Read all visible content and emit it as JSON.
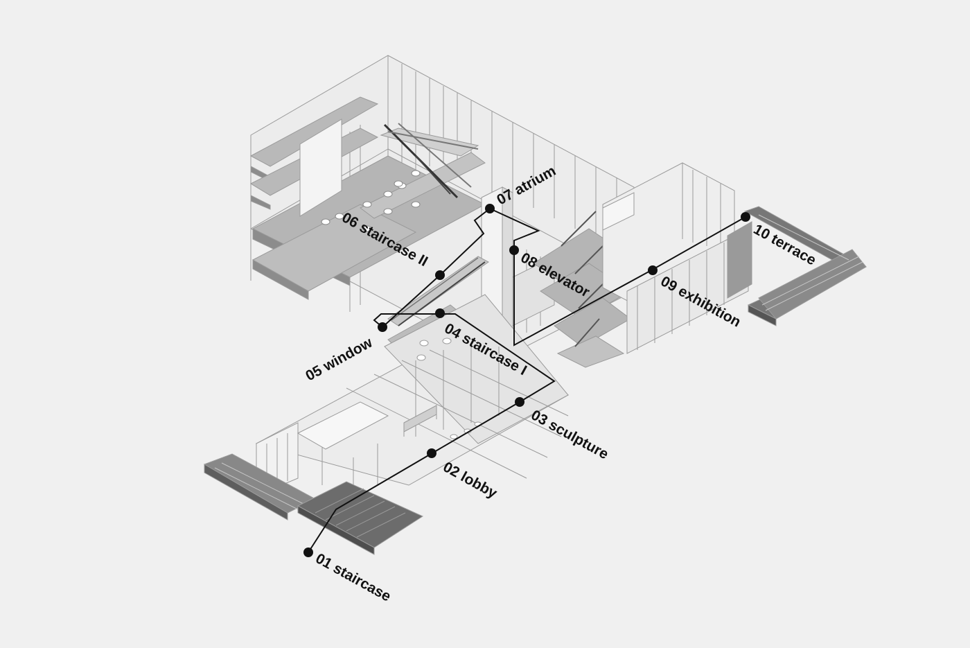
{
  "colors": {
    "background": "#f0f0f0",
    "structure_stroke": "#9a9a9a",
    "floor_fill": "#b9b9b9",
    "floor_fill_dark": "#8c8c8c",
    "wall_fill": "#e6e6e6",
    "route": "#111111",
    "label": "#111111"
  },
  "stops": [
    {
      "id": "01",
      "name": "staircase"
    },
    {
      "id": "02",
      "name": "lobby"
    },
    {
      "id": "03",
      "name": "sculpture"
    },
    {
      "id": "04",
      "name": "staircase I"
    },
    {
      "id": "05",
      "name": "window"
    },
    {
      "id": "06",
      "name": "staircase II"
    },
    {
      "id": "07",
      "name": "atrium"
    },
    {
      "id": "08",
      "name": "elevator"
    },
    {
      "id": "09",
      "name": "exhibition"
    },
    {
      "id": "10",
      "name": "terrace"
    }
  ]
}
